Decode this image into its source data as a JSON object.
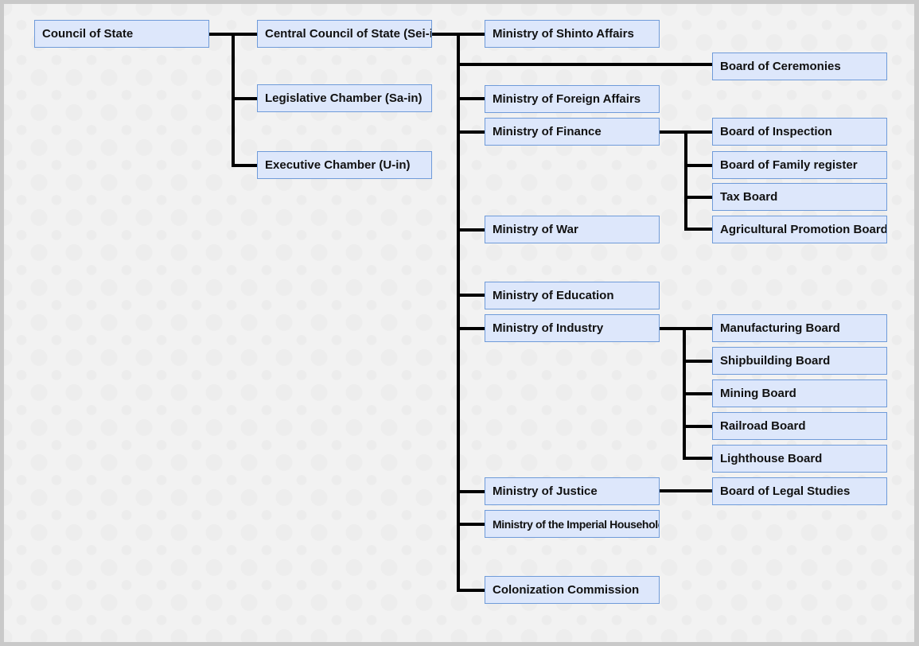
{
  "nodes": {
    "council_of_state": "Council of State",
    "central_council": "Central Council of State (Sei-in)",
    "legislative_chamber": "Legislative Chamber (Sa-in)",
    "executive_chamber": "Executive Chamber (U-in)",
    "shinto": "Ministry of Shinto Affairs",
    "ceremonies": "Board of Ceremonies",
    "foreign": "Ministry of Foreign Affairs",
    "finance": "Ministry of Finance",
    "inspection": "Board of Inspection",
    "family_register": "Board of Family register",
    "tax": "Tax Board",
    "agri": "Agricultural Promotion Board",
    "war": "Ministry of War",
    "education": "Ministry of Education",
    "industry": "Ministry of Industry",
    "manufacturing": "Manufacturing Board",
    "shipbuilding": "Shipbuilding Board",
    "mining": "Mining Board",
    "railroad": "Railroad Board",
    "lighthouse": "Lighthouse Board",
    "justice": "Ministry of Justice",
    "legal_studies": "Board of Legal Studies",
    "imperial_household": "Ministry of the Imperial Household",
    "colonization": "Colonization Commission"
  },
  "colors": {
    "box_fill": "#dde7fb",
    "box_border": "#6f9bd9",
    "connector": "#000000"
  }
}
